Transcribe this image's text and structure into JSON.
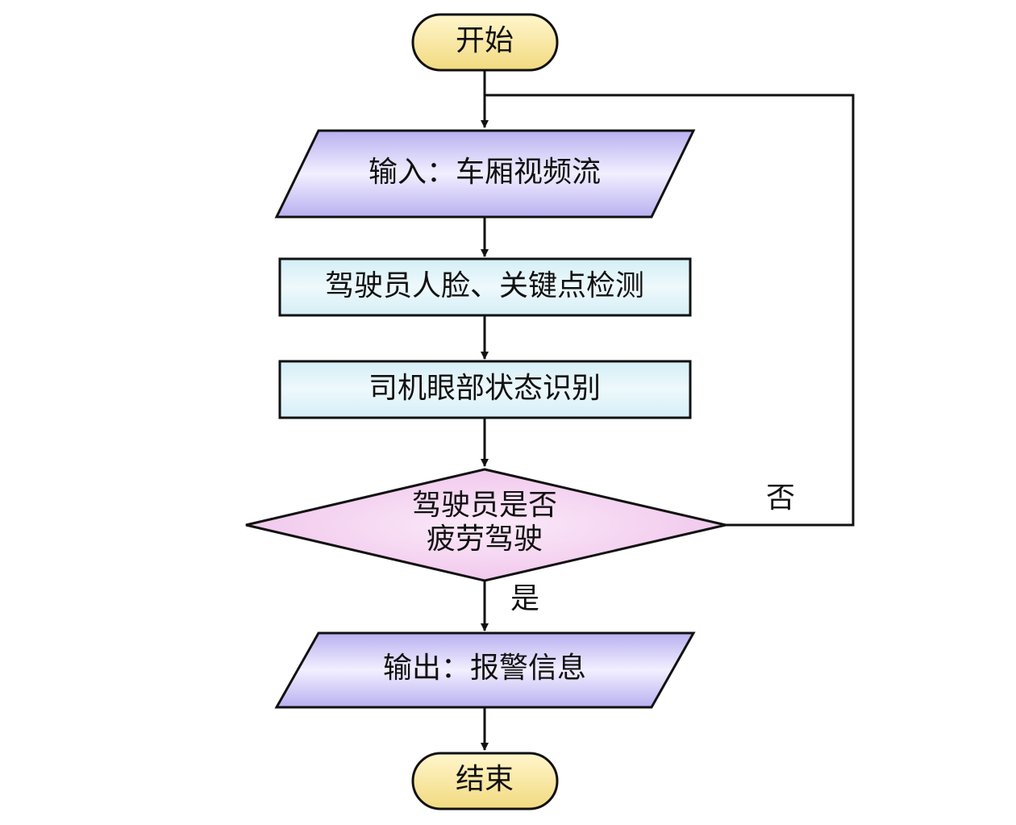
{
  "nodes": {
    "start": {
      "text": "开始"
    },
    "input": {
      "text": "输入：车厢视频流"
    },
    "detect": {
      "text": "驾驶员人脸、关键点检测"
    },
    "eye_state": {
      "text": "司机眼部状态识别"
    },
    "decision": {
      "line1": "驾驶员是否",
      "line2": "疲劳驾驶"
    },
    "output": {
      "text": "输出：报警信息"
    },
    "end": {
      "text": "结束"
    }
  },
  "edge_labels": {
    "no": "否",
    "yes": "是"
  },
  "colors": {
    "terminal_fill_top": "#fff4c2",
    "terminal_fill_bottom": "#f3dc86",
    "io_fill_top": "#f0ecff",
    "io_fill_bottom": "#b9b1f1",
    "process_fill": "#dff3f8",
    "decision_fill": "#f3ccee",
    "stroke": "#111111"
  }
}
